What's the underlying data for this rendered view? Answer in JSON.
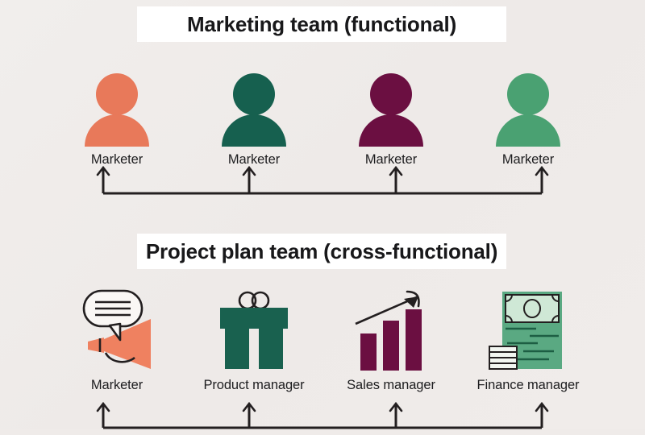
{
  "diagram": {
    "background_color": "#efebe9",
    "title_plate_color": "#ffffff",
    "text_color": "#18181a",
    "connector_color": "#231f20"
  },
  "sections": [
    {
      "title": "Marketing team (functional)",
      "kind": "functional",
      "nodes": [
        {
          "label": "Marketer",
          "icon": "person-icon",
          "color": "#e8795a"
        },
        {
          "label": "Marketer",
          "icon": "person-icon",
          "color": "#16604f"
        },
        {
          "label": "Marketer",
          "icon": "person-icon",
          "color": "#6b0f41"
        },
        {
          "label": "Marketer",
          "icon": "person-icon",
          "color": "#4aa172"
        }
      ]
    },
    {
      "title": "Project plan team (cross-functional)",
      "kind": "cross-functional",
      "nodes": [
        {
          "label": "Marketer",
          "icon": "megaphone-icon",
          "color": "#ef8160"
        },
        {
          "label": "Product manager",
          "icon": "gift-box-icon",
          "color": "#19614f"
        },
        {
          "label": "Sales manager",
          "icon": "bar-chart-growth-icon",
          "color": "#6b0f41"
        },
        {
          "label": "Finance manager",
          "icon": "money-stack-icon",
          "color": "#5aa982"
        }
      ]
    }
  ]
}
